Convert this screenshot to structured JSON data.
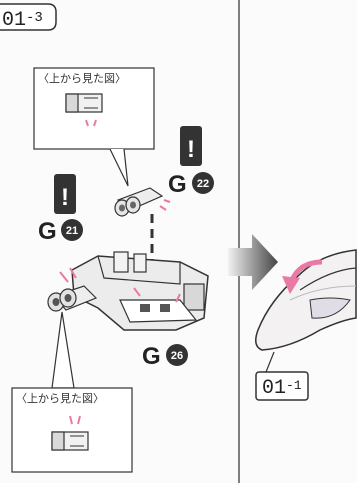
{
  "step_label": "01-3",
  "step_main": "01",
  "step_sub": "-3",
  "next_step_label": "01-1",
  "next_step_main": "01",
  "next_step_sub": "-1",
  "views": [
    {
      "caption": "〈上から見た図〉"
    },
    {
      "caption": "〈上から見た図〉"
    }
  ],
  "parts": [
    {
      "runner": "G",
      "number": "22"
    },
    {
      "runner": "G",
      "number": "21"
    },
    {
      "runner": "G",
      "number": "26"
    }
  ],
  "caution_mark": "!",
  "colors": {
    "accent_pink": "#e97aa5",
    "caution_bg": "#333333",
    "line": "#333333"
  }
}
